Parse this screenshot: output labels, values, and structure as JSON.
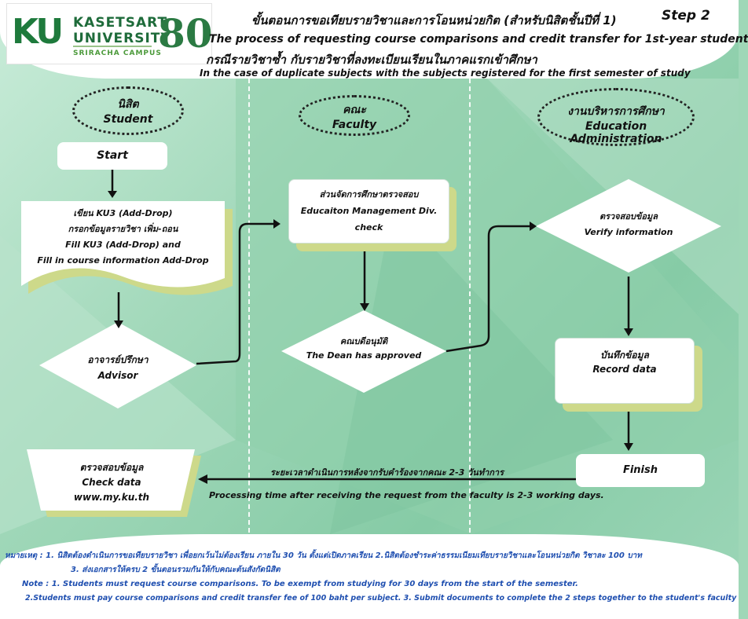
{
  "header": {
    "title_thai": "ขั้นตอนการขอเทียบรายวิชาและการโอนหน่วยกิต (สำหรับนิสิตชั้นปีที่ 1)",
    "step": "Step 2",
    "title_en": "The process of requesting course comparisons and credit transfer  for 1st-year student",
    "subtitle_thai": "กรณีรายวิชาซ้ำ กับรายวิชาที่ลงทะเบียนเรียนในภาคแรกเข้าศึกษา",
    "subtitle_en": "In the case of duplicate subjects with the subjects registered for the first semester of study"
  },
  "logo": {
    "ku": "KU",
    "line1": "KASETSART",
    "line2": "UNIVERSITY",
    "campus": "SRIRACHA CAMPUS",
    "anniversary": "80"
  },
  "lanes": {
    "student_thai": "นิสิต",
    "student_en": "Student",
    "faculty_thai": "คณะ",
    "faculty_en": "Faculty",
    "edu_thai": "งานบริหารการศึกษา",
    "edu_en": "Education Administration"
  },
  "nodes": {
    "start": "Start",
    "fill_l1": "เขียน  KU3 (Add-Drop)",
    "fill_l2": "กรอกข้อมูลรายวิชา เพิ่ม-ถอน",
    "fill_l3": "Fill KU3 (Add-Drop) and",
    "fill_l4": "Fill in course information  Add-Drop",
    "advisor_thai": "อาจารย์ปรึกษา",
    "advisor_en": "Advisor",
    "div_l1": "ส่วนจัดการศึกษาตรวจสอบ",
    "div_l2": "Educaiton Management Div.",
    "div_l3": "check",
    "dean_thai": "คณบดีอนุมัติ",
    "dean_en": "The Dean has approved",
    "verify_thai": "ตรวจสอบข้อมูล",
    "verify_en": "Verify  information",
    "record_thai": "บันทึกข้อมูล",
    "record_en": "Record data",
    "finish": "Finish",
    "check_l1": "ตรวจสอบข้อมูล",
    "check_l2": "Check data",
    "check_l3": "www.my.ku.th"
  },
  "processing": {
    "thai": "ระยะเวลาดำเนินการหลังจากรับคำร้องจากคณะ 2-3 วันทำการ",
    "en": "Processing time after receiving the request from the faculty is 2-3 working days."
  },
  "notes": {
    "thai_l1": "หมายเหตุ  :  1. นิสิตต้องดำเนินการขอเทียบรายวิชา เพื่อยกเว้นไม่ต้องเรียน ภายใน 30 วัน ตั้งแต่เปิดภาคเรียน  2.นิสิตต้องชำระค่าธรรมเนียมเทียบรายวิชาและโอนหน่วยกิต วิชาละ 100 บาท",
    "thai_l2": "3. ส่งเอกสารให้ครบ 2 ขั้นตอนรวมกันให้กับคณะต้นสังกัดนิสิต",
    "en_l1": "Note :    1. Students must request course comparisons. To be exempt from studying for 30 days from the start of the semester.",
    "en_l2": "2.Students must pay course comparisons and credit transfer fee of 100 baht per subject.  3. Submit documents to complete the 2 steps together to the student's faculty"
  },
  "colors": {
    "accent_green": "#1e7a3c",
    "shadow_olive": "#cdd98a",
    "note_blue": "#1f4fb0",
    "background_green": "#9fd7b7"
  }
}
